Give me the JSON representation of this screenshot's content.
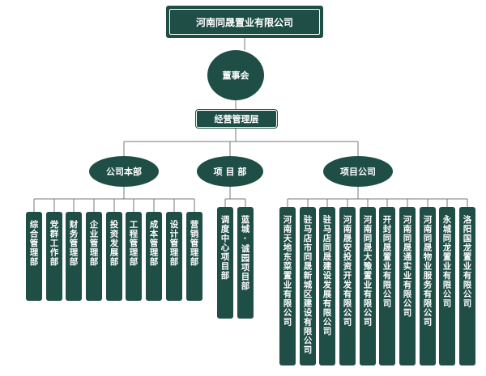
{
  "company": "河南同晟置业有限公司",
  "board": "董事会",
  "management": "经营管理层",
  "categories": {
    "hq": "公司本部",
    "project_dept": "项 目 部",
    "project_company": "项目公司"
  },
  "hq_departments": [
    "综合管理部",
    "党群工作部",
    "财务管理部",
    "企业管理部",
    "投资发展部",
    "工程管理部",
    "成本管理部",
    "设计管理部",
    "营销管理部"
  ],
  "project_departments": [
    "调度中心项目部",
    "蓝城·诚园项目部"
  ],
  "project_companies": [
    "河南天地东菜置业有限公司",
    "驻马店市同晟新城区建设有限公司",
    "驻马店同晟建设发展有限公司",
    "河南晟安投资开发有限公司",
    "河南同晟大豫置业有限公司",
    "开封同晟置业有限公司",
    "河南同晟通实业有限公司",
    "河南同晟物业服务有限公司",
    "永城同龙置业有限公司",
    "洛阳国龙置业有限公司"
  ],
  "colors": {
    "box": "#1f4e46",
    "text": "#ffffff",
    "line": "#777777"
  }
}
